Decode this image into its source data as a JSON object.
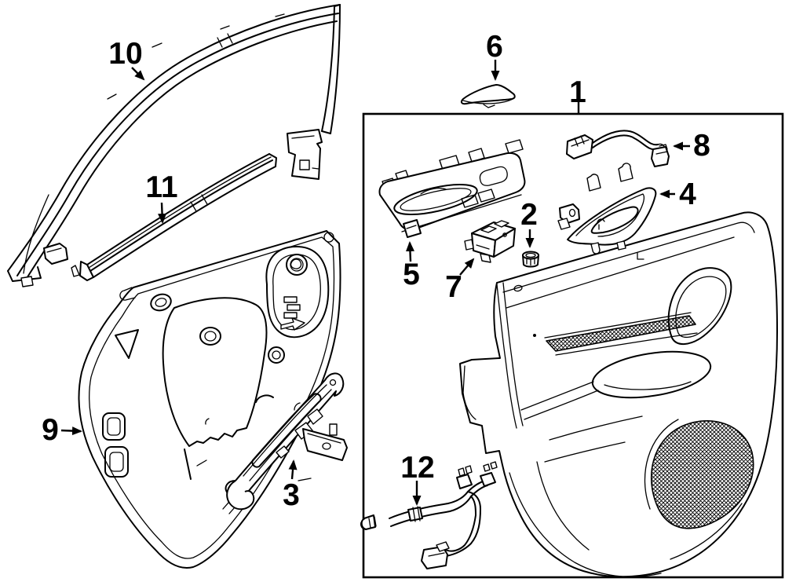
{
  "diagram": {
    "background": "#ffffff",
    "line_color": "#000000",
    "callouts": [
      {
        "id": 1,
        "label": "1"
      },
      {
        "id": 2,
        "label": "2"
      },
      {
        "id": 3,
        "label": "3"
      },
      {
        "id": 4,
        "label": "4"
      },
      {
        "id": 5,
        "label": "5"
      },
      {
        "id": 6,
        "label": "6"
      },
      {
        "id": 7,
        "label": "7"
      },
      {
        "id": 8,
        "label": "8"
      },
      {
        "id": 9,
        "label": "9"
      },
      {
        "id": 10,
        "label": "10"
      },
      {
        "id": 11,
        "label": "11"
      },
      {
        "id": 12,
        "label": "12"
      }
    ]
  }
}
